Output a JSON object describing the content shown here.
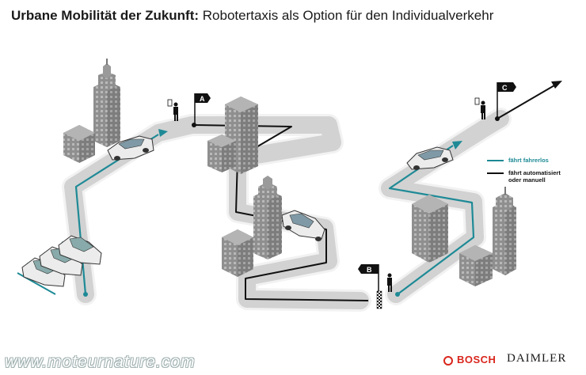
{
  "title": {
    "bold": "Urbane Mobilität der Zukunft:",
    "rest": " Robotertaxis als Option für den Individualverkehr"
  },
  "flags": {
    "a": "A",
    "b": "B",
    "c": "C"
  },
  "legend": {
    "driverless": "fährt fahrerlos",
    "manual_line1": "fährt automatisiert",
    "manual_line2": "oder manuell"
  },
  "logos": {
    "bosch": "BOSCH",
    "daimler": "DAIMLER"
  },
  "watermark": "www.moteurnature.com",
  "colors": {
    "driverless": "#1e8a96",
    "manual": "#111111",
    "road": "#d4d4d4",
    "road_edge": "#f4f4f4",
    "building": "#9a9a9a",
    "bosch": "#d9261c"
  }
}
